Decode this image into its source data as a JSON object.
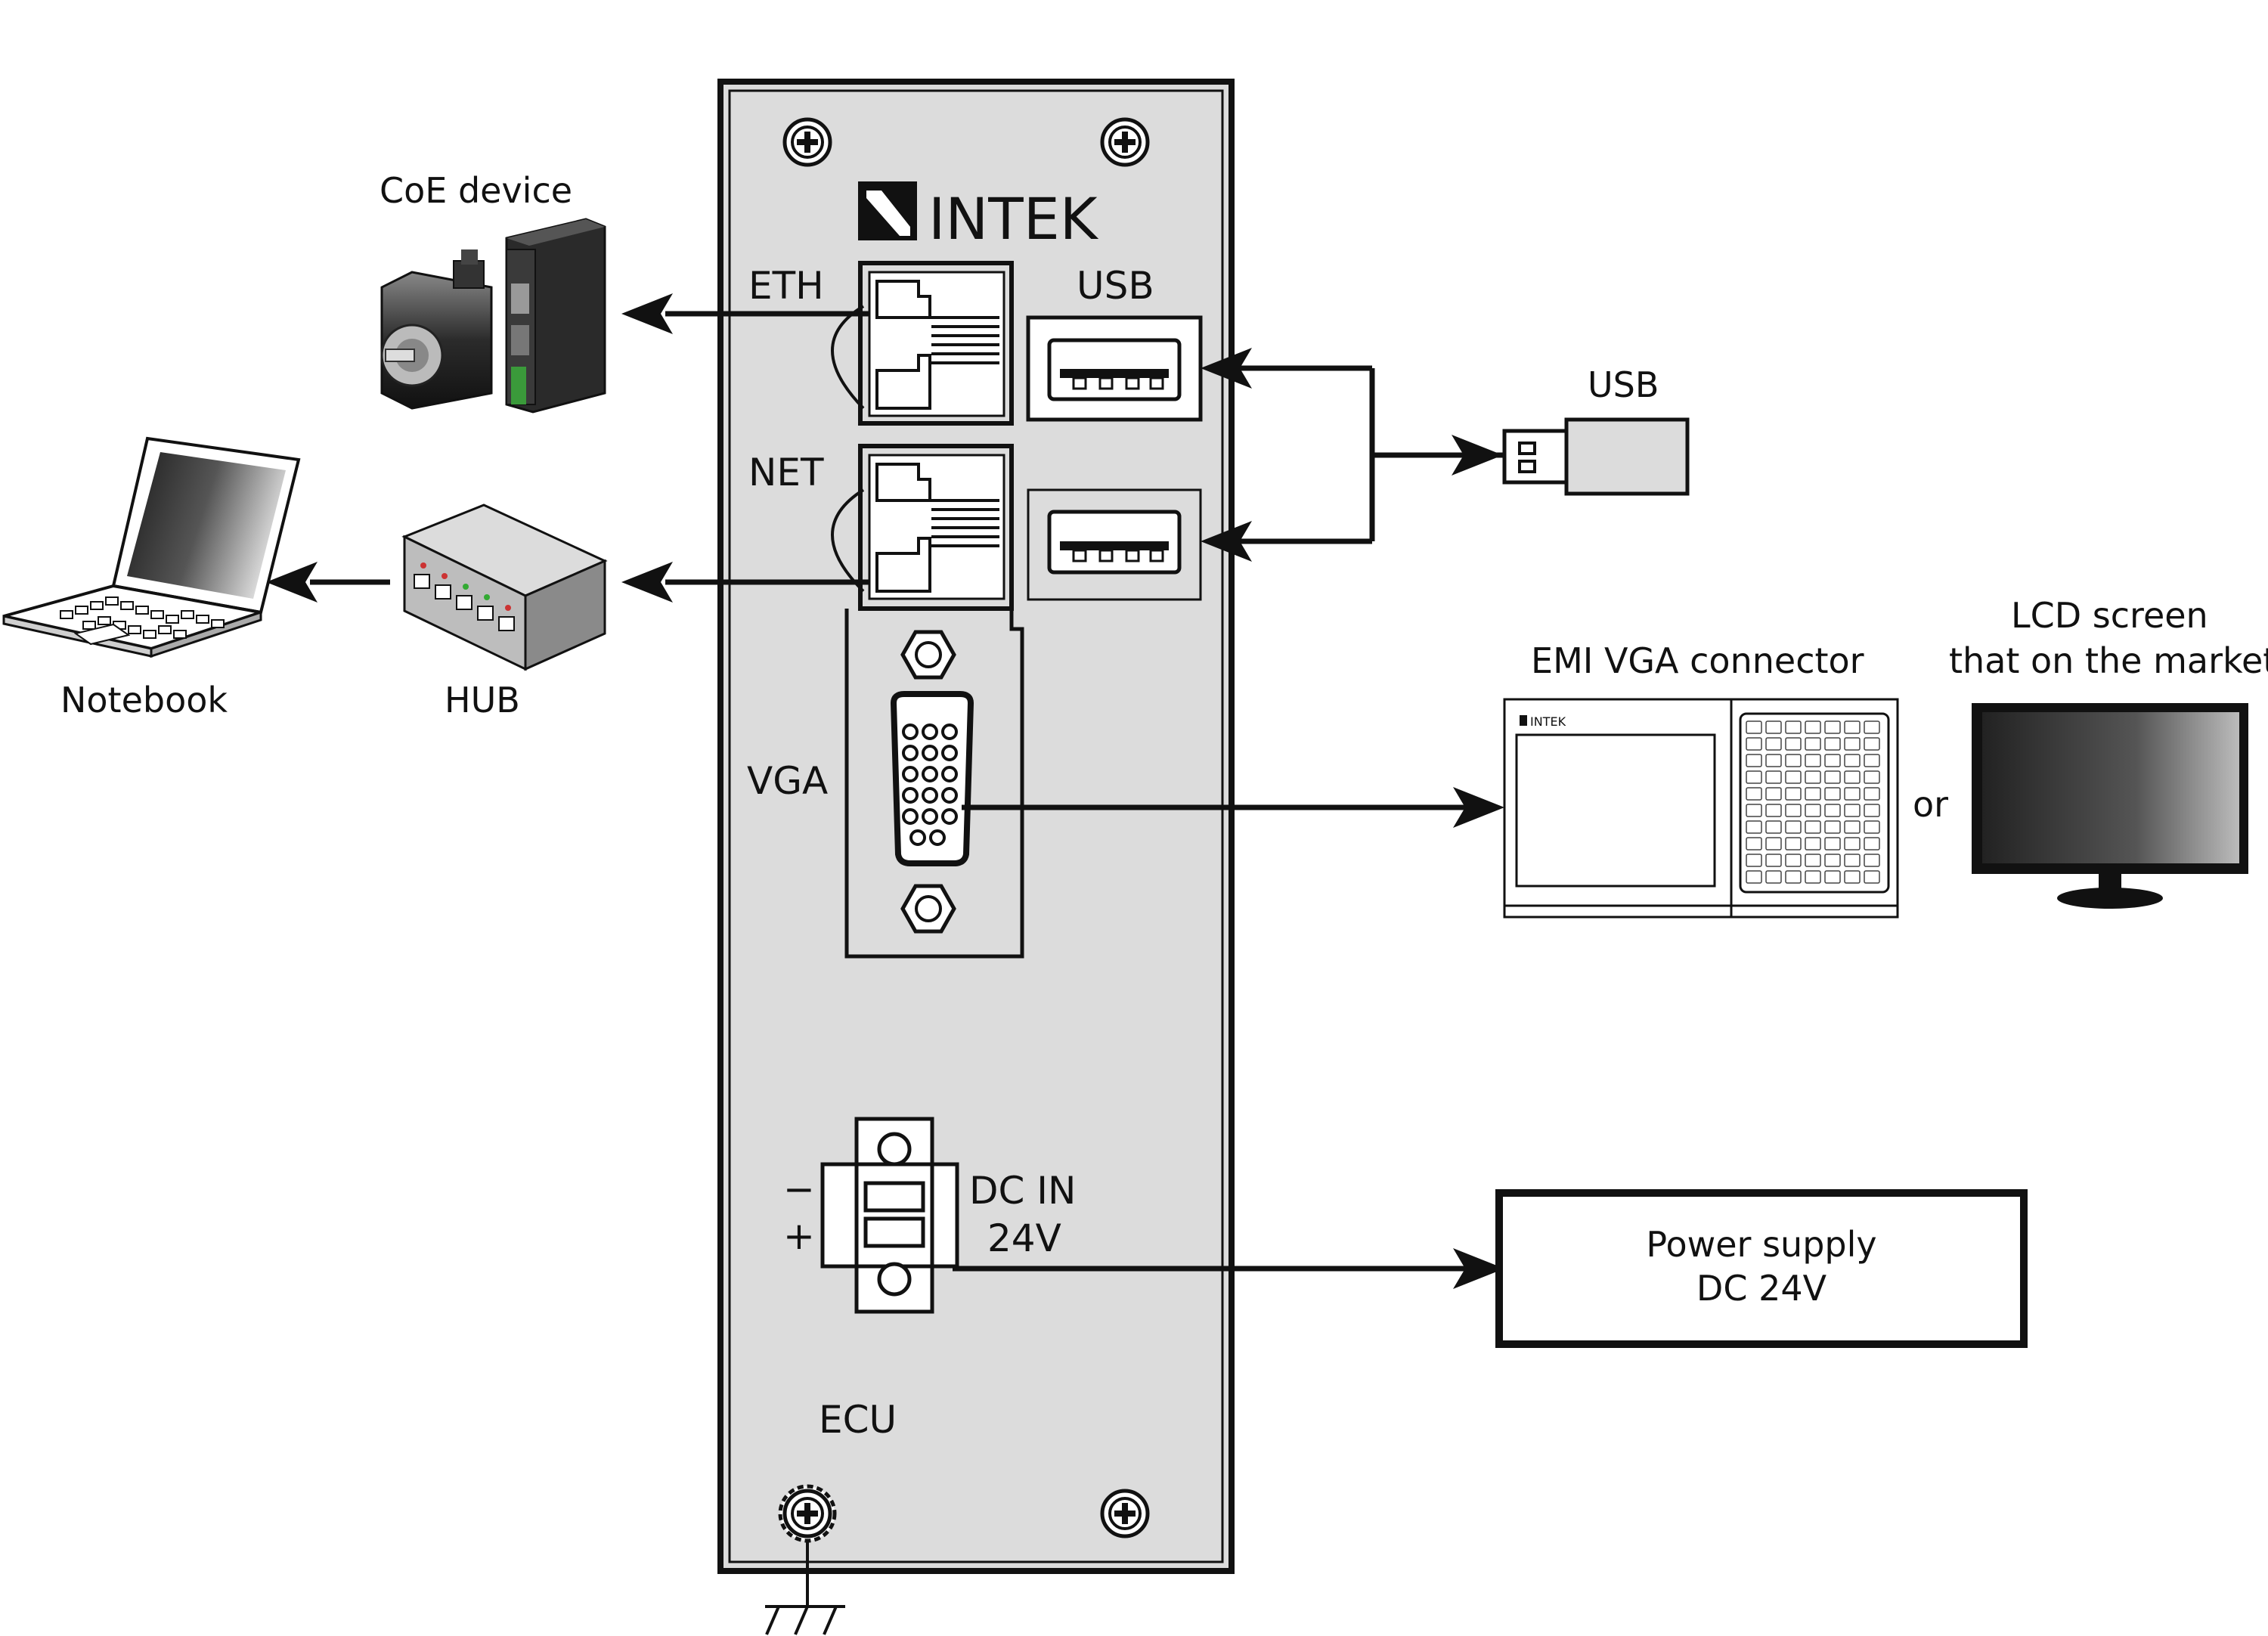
{
  "brand": {
    "logo_text": "INTEK"
  },
  "panel": {
    "eth_label": "ETH",
    "net_label": "NET",
    "usb_label": "USB",
    "vga_label": "VGA",
    "dc_label_line1": "DC IN",
    "dc_label_line2": "24V",
    "minus": "−",
    "plus": "+",
    "ecu_label": "ECU"
  },
  "devices": {
    "coe_device": "CoE device",
    "notebook": "Notebook",
    "hub": "HUB",
    "usb_stick": "USB",
    "emi_vga": "EMI VGA connector",
    "emi_logo": "INTEK",
    "lcd_line1": "LCD screen",
    "lcd_line2": "that on the market",
    "or": "or",
    "power_line1": "Power supply",
    "power_line2": "DC 24V"
  },
  "colors": {
    "panel": "#dcdcdc",
    "line": "#111111",
    "screen_dark": "#2a2a2a"
  }
}
